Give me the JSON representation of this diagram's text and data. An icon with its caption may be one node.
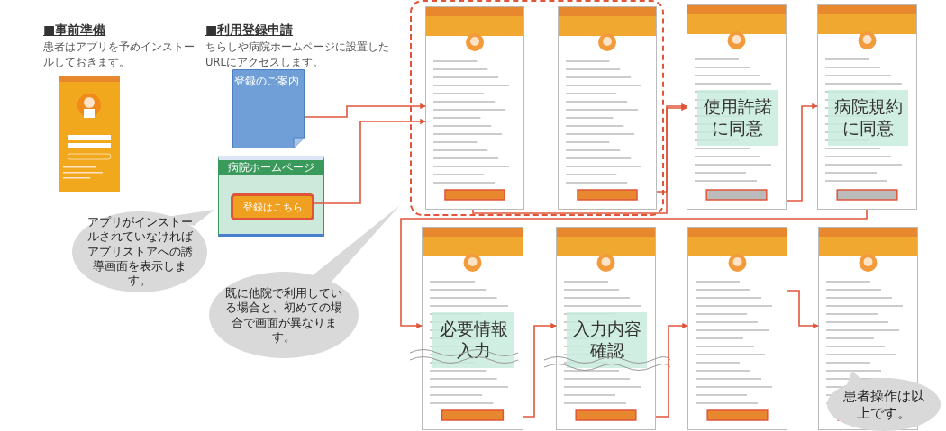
{
  "diagram": {
    "nodes": [
      {
        "text": [],
        "shape": "picture"
      },
      {
        "text": [
          "登録のご案内"
        ]
      },
      {
        "text": [
          "病院ホームページ"
        ]
      },
      {
        "text": [
          "登録はこちら"
        ],
        "in": 2
      },
      {
        "text": [
          "アプリがインストールされていなければアプリストアへの誘導画面を表示します。"
        ]
      },
      {
        "text": [],
        "shape": "box"
      },
      {
        "text": [],
        "shape": "picture",
        "in": 5
      },
      {
        "text": [],
        "shape": "picture",
        "in": 5
      },
      {
        "text": [
          "使用許諾に同意"
        ]
      },
      {
        "text": [
          "病院規約に同意"
        ]
      },
      {
        "text": [
          "必要情報入力"
        ]
      },
      {
        "text": [
          "入力内容確認"
        ]
      },
      {
        "text": [],
        "shape": "picture"
      },
      {
        "text": [],
        "shape": "picture"
      },
      {
        "text": [
          "既に他院で利用している場合と、初めての場合で画面が異なります。"
        ]
      },
      {
        "text": [
          "患者操作は以上です。"
        ]
      }
    ],
    "edges": [
      {
        "from": 1,
        "to": 6,
        "arrow": "to"
      },
      {
        "from": 3,
        "to": 6,
        "arrow": "to"
      },
      {
        "from": 6,
        "to": 8,
        "arrow": "to"
      },
      {
        "from": 7,
        "to": 8,
        "arrow": "to"
      },
      {
        "from": 8,
        "to": 9,
        "arrow": "to"
      },
      {
        "from": 9,
        "to": 10,
        "arrow": "to"
      },
      {
        "from": 10,
        "to": 11,
        "arrow": "to"
      },
      {
        "from": 11,
        "to": 12,
        "arrow": "to"
      },
      {
        "from": 12,
        "to": 13,
        "arrow": "to"
      }
    ],
    "labels": [
      "■事前準備",
      "患者はアプリを予めインストールしておきます。",
      "■利用登録申請",
      "ちらしや病院ホームページに設置したURLにアクセスします。"
    ]
  }
}
